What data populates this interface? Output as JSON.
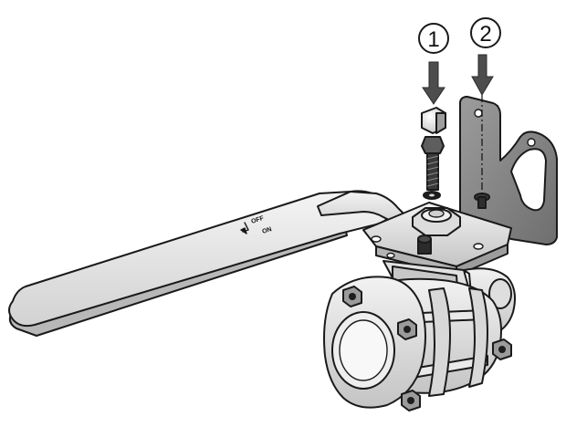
{
  "callouts": [
    {
      "number": "1",
      "target": "bolt"
    },
    {
      "number": "2",
      "target": "mounting-bracket"
    }
  ],
  "handle_labels": {
    "off": "OFF",
    "on": "ON"
  },
  "colors": {
    "outline": "#1a1a1a",
    "metal_light": "#e6e6e6",
    "metal_mid": "#cfcfcf",
    "metal_dark": "#9a9a9a",
    "bracket": "#8c8c8c",
    "arrow": "#4d4d4d"
  }
}
